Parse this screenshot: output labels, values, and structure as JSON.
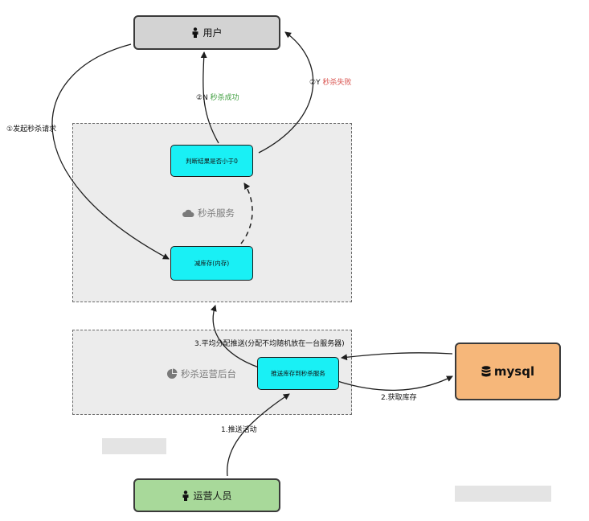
{
  "nodes": {
    "user": "用户",
    "ops": "运营人员",
    "mysql": "mysql",
    "judge": "判断结果是否小于0",
    "decrement": "减库存(内存)",
    "push_box": "推送库存到秒杀服务"
  },
  "regions": {
    "seckill_service": "秒杀服务",
    "seckill_backend": "秒杀运营后台"
  },
  "edges": {
    "initiate": "①发起秒杀请求",
    "n_prefix": "②N ",
    "n_success": "秒杀成功",
    "y_prefix": "②Y ",
    "y_fail": "秒杀失败",
    "distribute": "3.平均分配推送(分配不均随机放在一台服务器)",
    "get_stock": "2.获取库存",
    "push_activity": "1.推送活动"
  },
  "icons": {
    "person": "person-icon",
    "cloud": "cloud-icon",
    "pie": "pie-chart-icon",
    "database": "database-icon"
  },
  "colors": {
    "user_box": "#d3d3d3",
    "ops_box": "#a8d99a",
    "mysql_box": "#f6b77a",
    "service_box": "#19f0f5",
    "region_bg": "#ececec",
    "success_text": "#3f9e3f",
    "fail_text": "#d9534f"
  }
}
